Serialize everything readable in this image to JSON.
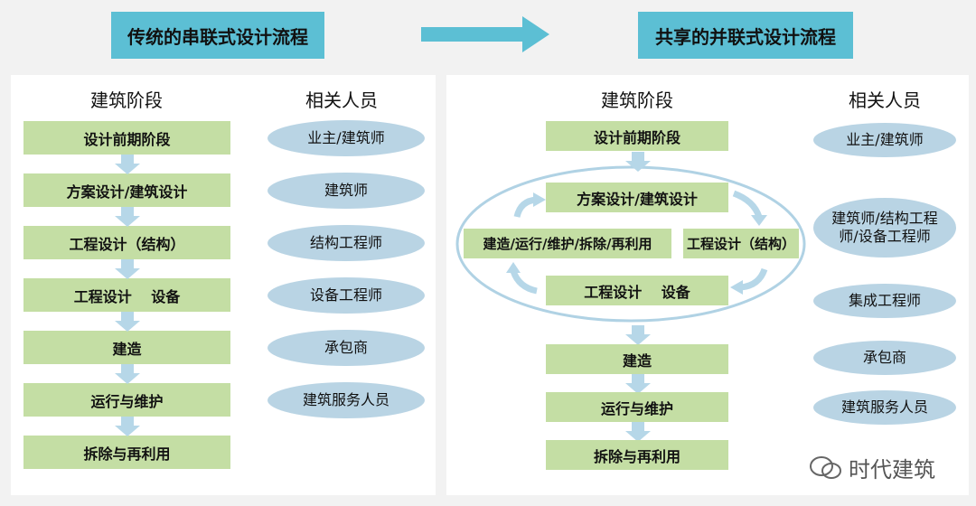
{
  "header": {
    "left_title": "传统的串联式设计流程",
    "right_title": "共享的并联式设计流程"
  },
  "left": {
    "stage_header": "建筑阶段",
    "people_header": "相关人员",
    "stages": [
      "设计前期阶段",
      "方案设计/建筑设计",
      "工程设计（结构）",
      "工程设计　 设备",
      "建造",
      "运行与维护",
      "拆除与再利用"
    ],
    "people": [
      "业主/建筑师",
      "建筑师",
      "结构工程师",
      "设备工程师",
      "承包商",
      "建筑服务人员"
    ]
  },
  "right": {
    "stage_header": "建筑阶段",
    "people_header": "相关人员",
    "stages": {
      "pre": "设计前期阶段",
      "scheme": "方案设计/建筑设计",
      "lifecycle": "建造/运行/维护/拆除/再利用",
      "structure": "工程设计（结构）",
      "equipment": "工程设计　 设备",
      "build": "建造",
      "operate": "运行与维护",
      "demolish": "拆除与再利用"
    },
    "people": [
      "业主/建筑师",
      "建筑师/结构工程师/设备工程师",
      "集成工程师",
      "承包商",
      "建筑服务人员"
    ]
  },
  "watermark": "时代建筑",
  "colors": {
    "title_bg": "#5cbfd4",
    "stage_bg": "#c4dea4",
    "role_bg": "#b9d4e4",
    "arrow": "#b6d7e8"
  }
}
